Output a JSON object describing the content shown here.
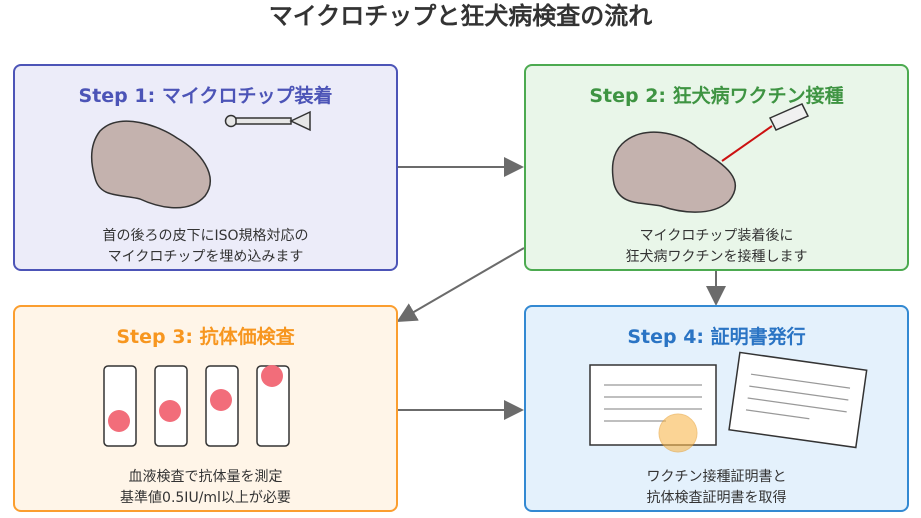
{
  "title": "マイクロチップと狂犬病検査の流れ",
  "steps": [
    {
      "title": "Step 1: マイクロチップ装着",
      "desc": [
        "首の後ろの皮下にISO規格対応の",
        "マイクロチップを埋め込みます"
      ]
    },
    {
      "title": "Step 2: 狂犬病ワクチン接種",
      "desc": [
        "マイクロチップ装着後に",
        "狂犬病ワクチンを接種します"
      ]
    },
    {
      "title": "Step 3: 抗体価検査",
      "desc": [
        "血液検査で抗体量を測定",
        "基準値0.5IU/ml以上が必要"
      ]
    },
    {
      "title": "Step 4: 証明書発行",
      "desc": [
        "ワクチン接種証明書と",
        "抗体検査証明書を取得"
      ]
    }
  ],
  "colors": {
    "step1": "#4c54b7",
    "step2": "#4caa50",
    "step3": "#fb9e2f",
    "step4": "#3389d2"
  }
}
